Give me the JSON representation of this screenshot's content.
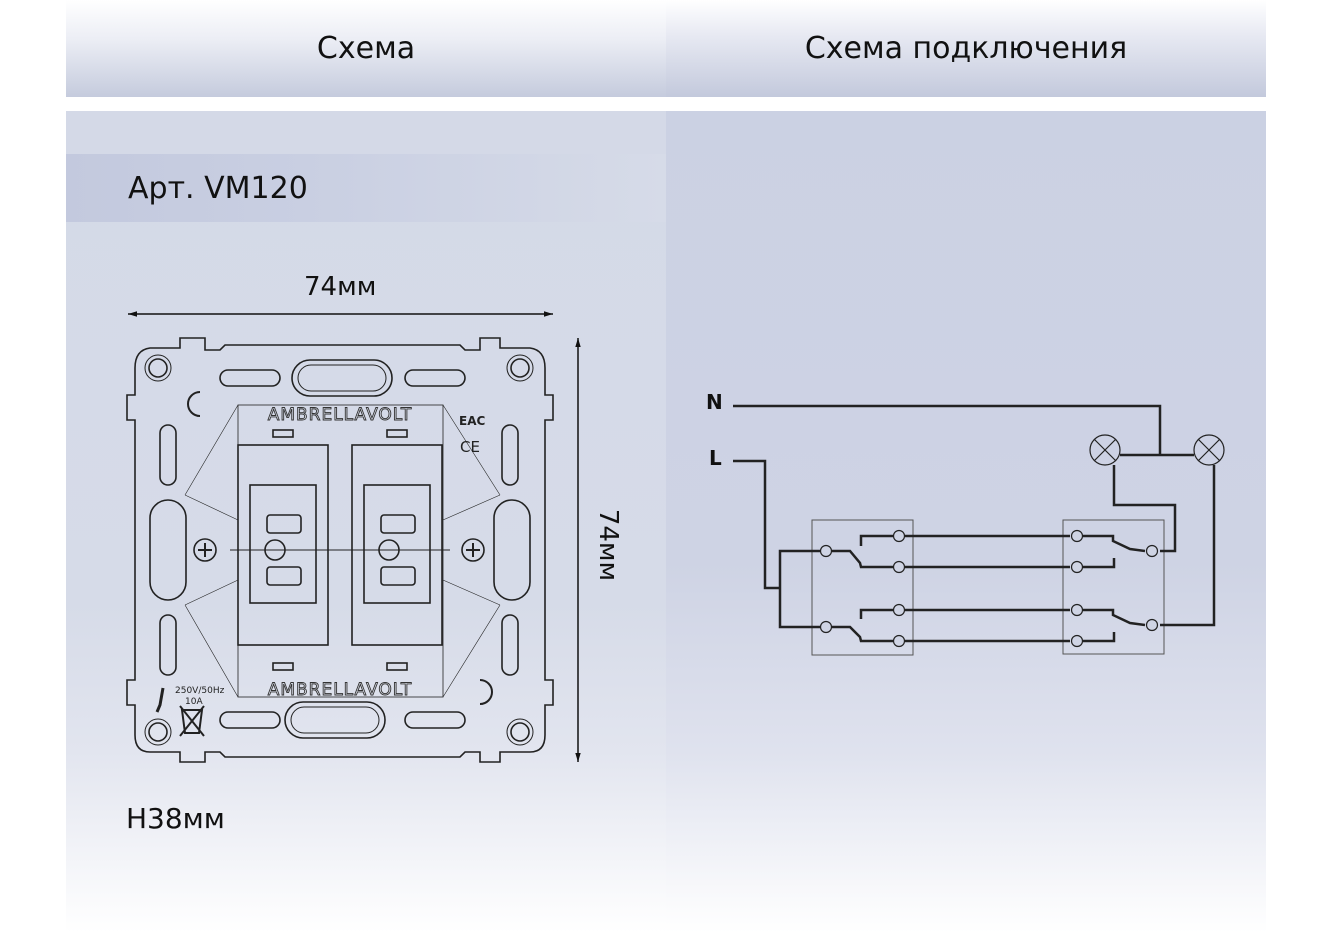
{
  "headers": {
    "left": "Схема",
    "right": "Схема подключения"
  },
  "product": {
    "article_label": "Арт. VM120",
    "width_dim": "74мм",
    "height_dim": "74мм",
    "depth_dim": "H38мм"
  },
  "device_drawing": {
    "brand_text": "AMBRELLAVOLT",
    "rating_voltage": "250V/50Hz",
    "rating_current": "10A",
    "marks": [
      "EAC",
      "CE",
      "WEEE bin"
    ]
  },
  "wiring": {
    "neutral_label": "N",
    "line_label": "L",
    "lamps": 2,
    "switch_blocks": 2,
    "description": "Two two-gang pass-through switches controlling two lamps from two locations"
  },
  "colors": {
    "panel_bg": "#d4d9e7",
    "band_bg": "#c3c9de",
    "line": "#222222",
    "text": "#111111"
  }
}
